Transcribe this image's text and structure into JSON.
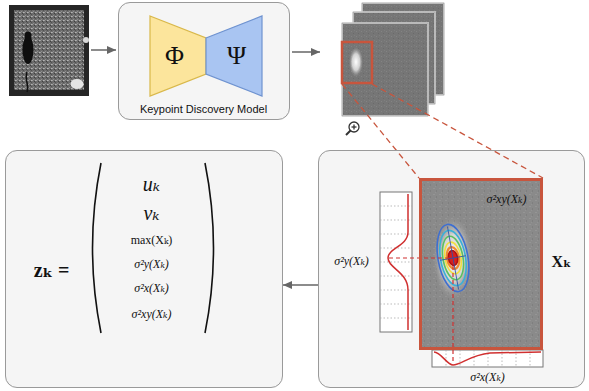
{
  "diagram": {
    "nodes": [
      {
        "text": [
          "Keypoint Discovery Model"
        ]
      },
      {
        "text": [
          "Φ"
        ],
        "in": 0
      },
      {
        "text": [
          "Ψ"
        ],
        "in": 0
      },
      {
        "text": [
          "σ²y(Xₖ)",
          "σ²x(Xₖ)"
        ]
      },
      {
        "text": [
          "σ²xy(Xₖ)",
          "Xₖ"
        ],
        "in": 3
      },
      {
        "text": [
          "zₖ =",
          "uₖ",
          "vₖ",
          "max(Xₖ)",
          "σ²y(Xₖ)",
          "σ²x(Xₖ)",
          "σ²xy(Xₖ)"
        ]
      }
    ],
    "edges": [
      {
        "from": 3,
        "to": 5,
        "arrow": "to"
      }
    ]
  }
}
